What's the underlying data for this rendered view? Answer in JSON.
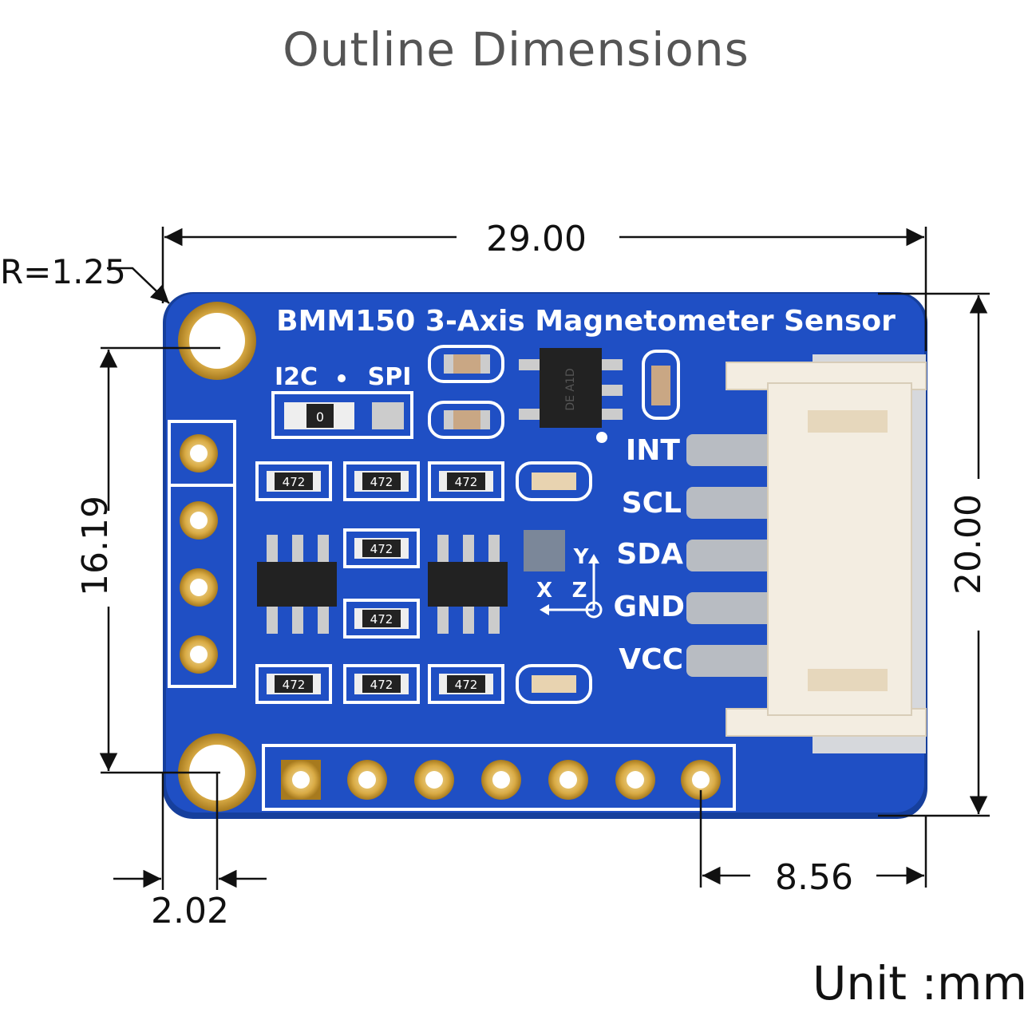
{
  "title": "Outline Dimensions",
  "unit": "Unit :mm",
  "board": {
    "name": "BMM150 3-Axis Magnetometer Sensor",
    "jumper_labels": [
      "I2C",
      "SPI"
    ],
    "jumper_value": "0",
    "resistor_label": "472",
    "pin_labels": [
      "INT",
      "SCL",
      "SDA",
      "GND",
      "VCC"
    ],
    "axis_labels": [
      "Y",
      "X",
      "Z"
    ],
    "chip_marking": "DE A1D"
  },
  "dimensions": {
    "width": "29.00",
    "height": "20.00",
    "hole_spacing": "16.19",
    "radius": "R=1.25",
    "hole_offset": "2.02",
    "connector_offset": "8.56"
  },
  "colors": {
    "pcb": "#1f4fc4",
    "pcb_edge": "#163f9c",
    "silk": "#ffffff",
    "gold": "#d1a43c",
    "connector": "#f3ede1",
    "dim_line": "#111111"
  }
}
